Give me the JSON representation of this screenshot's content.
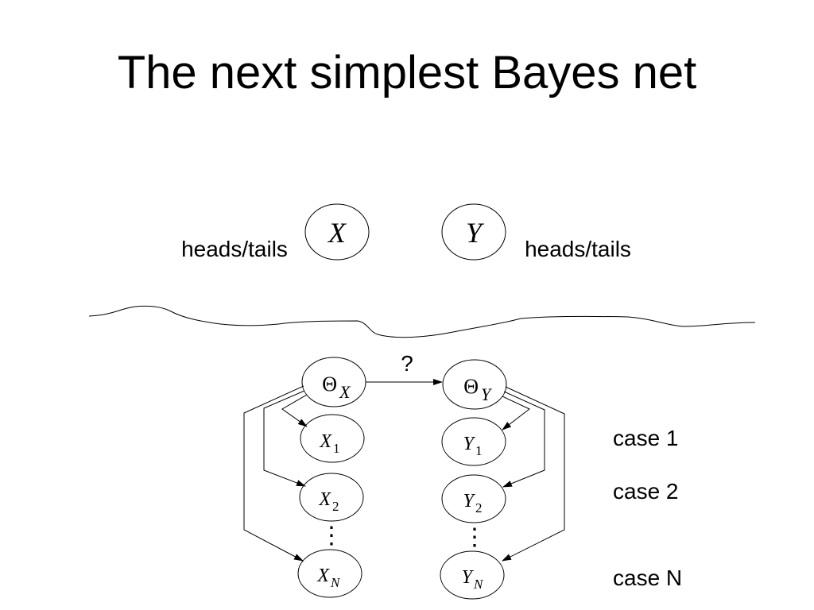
{
  "title": "The next simplest Bayes net",
  "top": {
    "left_label": "heads/tails",
    "right_label": "heads/tails",
    "node_x": "X",
    "node_y": "Y"
  },
  "bottom": {
    "theta_symbol": "Θ",
    "theta_x_sub": "X",
    "theta_y_sub": "Y",
    "question": "?",
    "x_var": "X",
    "y_var": "Y",
    "sub_1": "1",
    "sub_2": "2",
    "sub_n": "N",
    "dots": "⋮",
    "case_1": "case 1",
    "case_2": "case 2",
    "case_n": "case N"
  }
}
